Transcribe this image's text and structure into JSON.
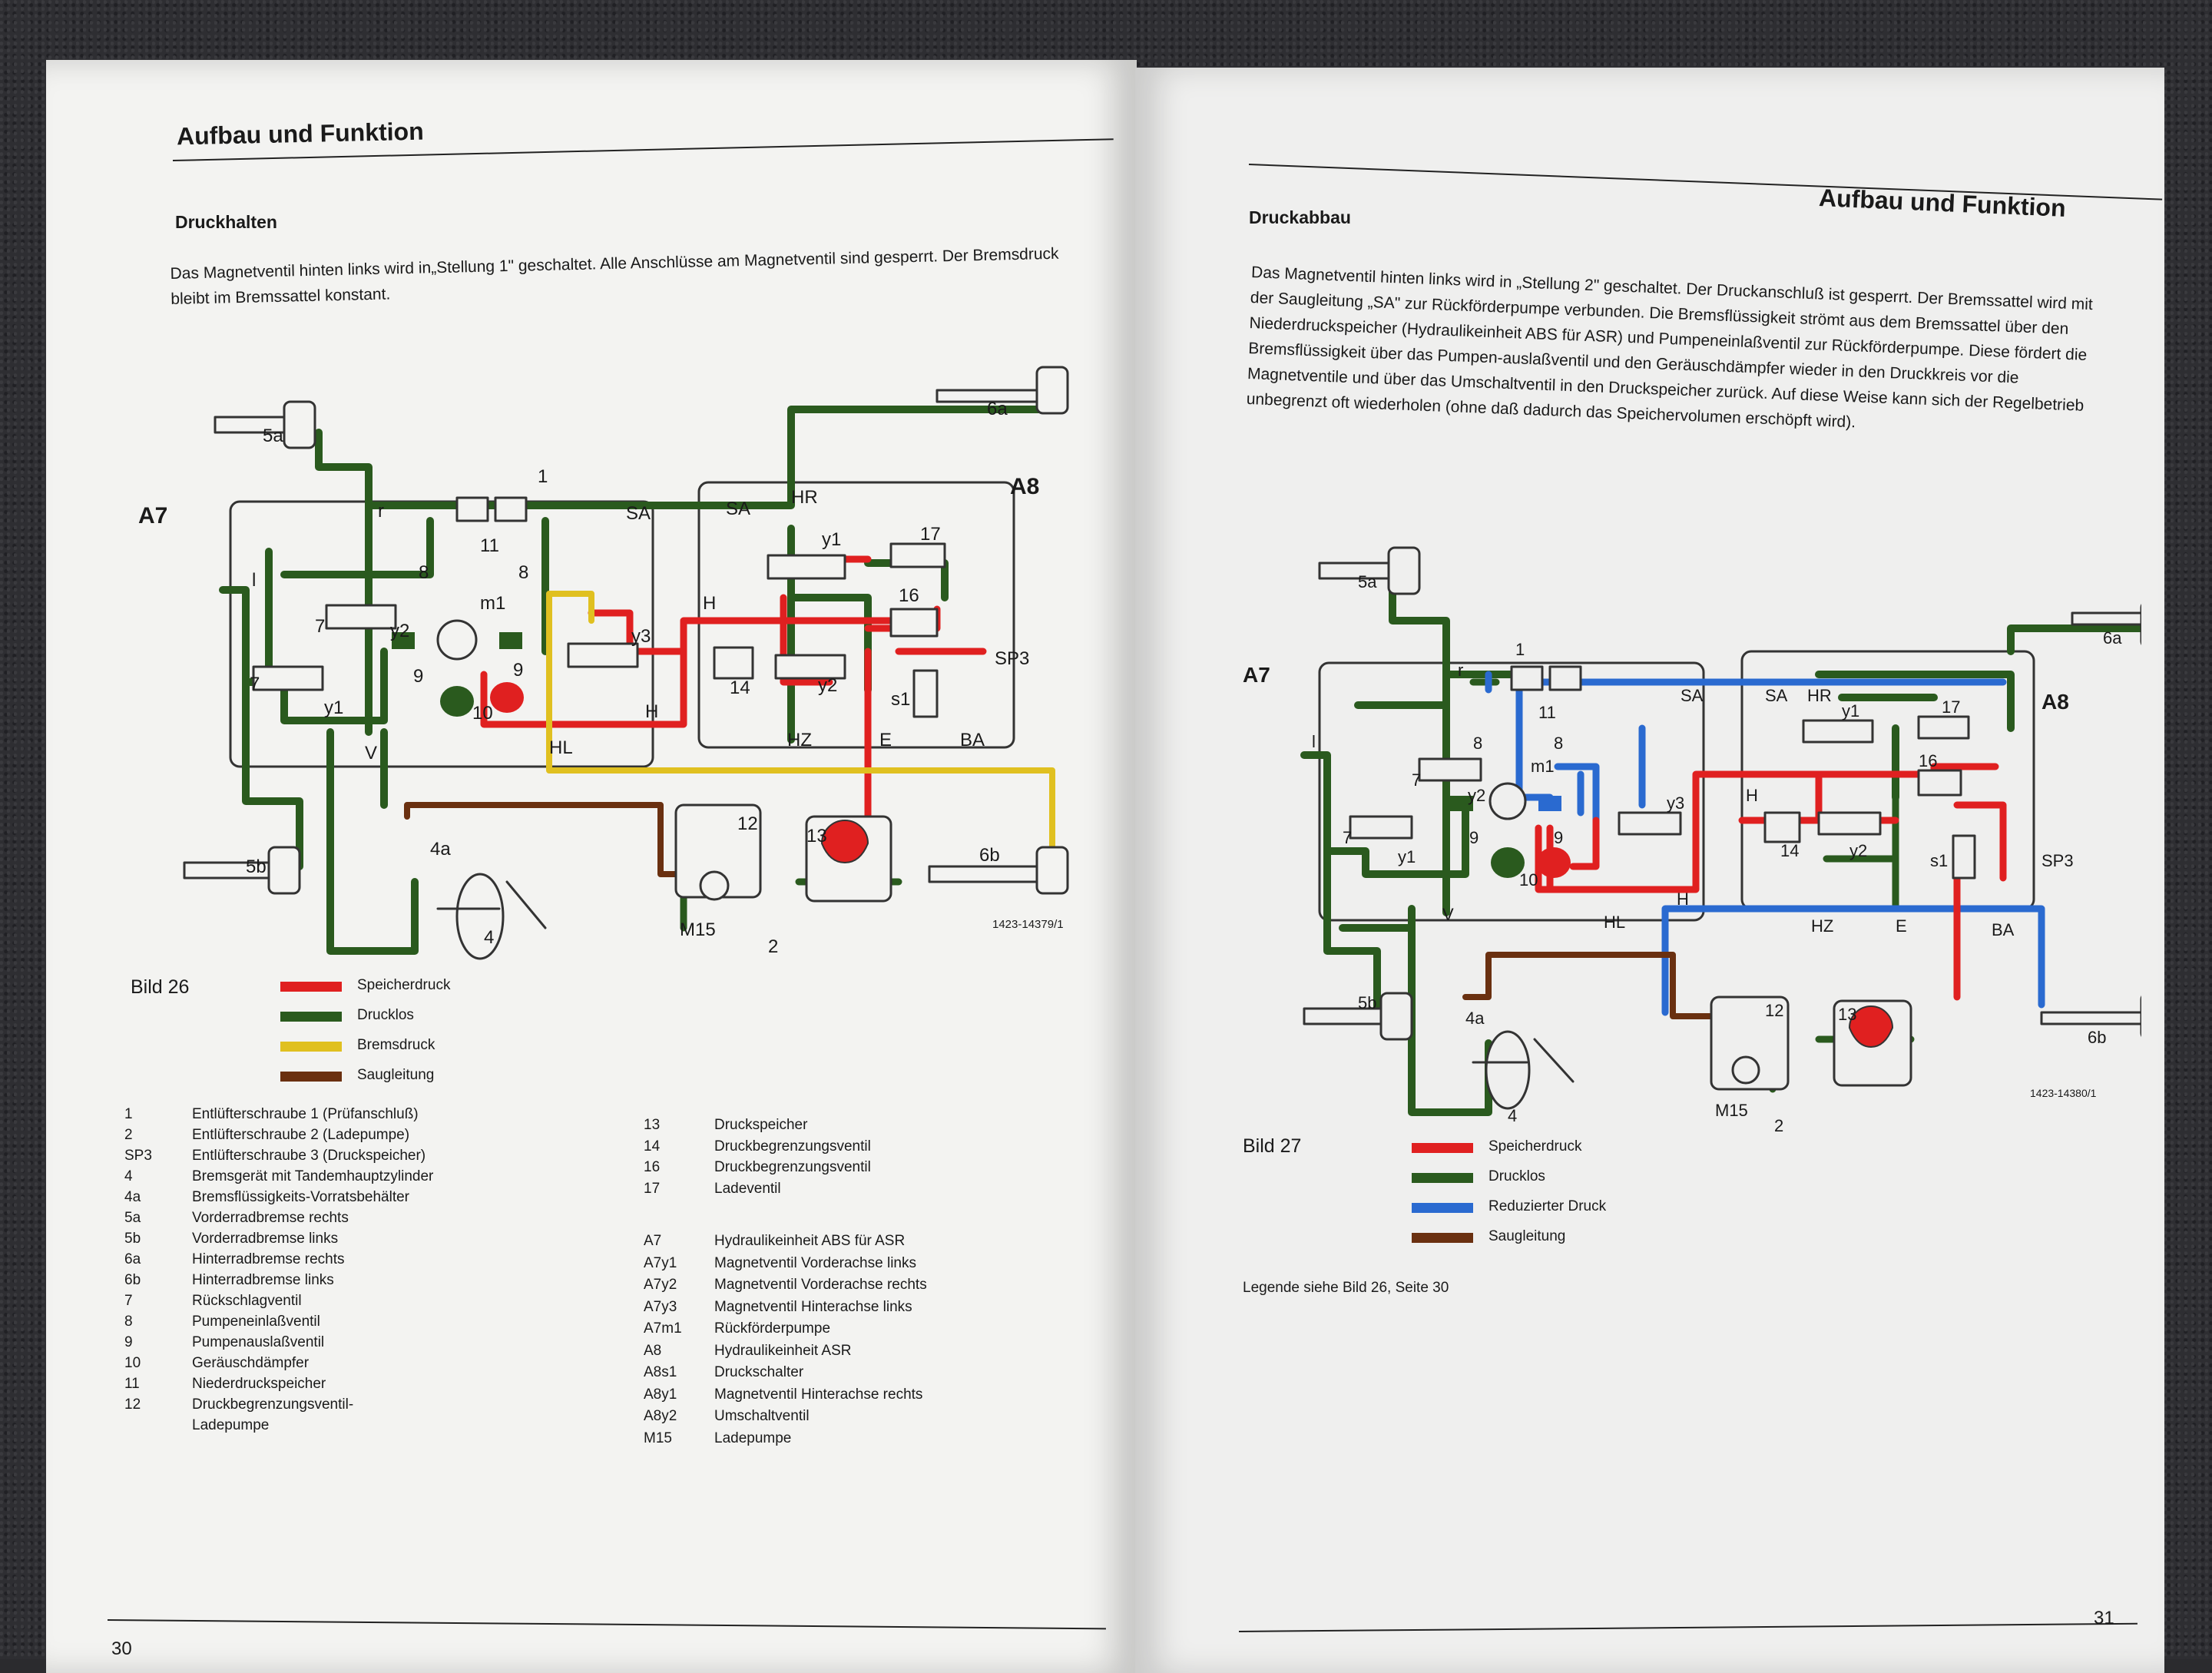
{
  "colors": {
    "speicherdruck": "#e02020",
    "drucklos": "#2a5a1e",
    "bremsdruck": "#e0c020",
    "saugleitung": "#6a3010",
    "reduzierter_druck": "#2a6ad0"
  },
  "left_page": {
    "header": "Aufbau und Funktion",
    "subtitle": "Druckhalten",
    "paragraph": "Das Magnetventil hinten links wird in„Stellung 1\" geschaltet. Alle Anschlüsse am Magnetventil sind gesperrt. Der Bremsdruck bleibt im Bremssattel konstant.",
    "figure_label": "Bild 26",
    "figure_code": "1423-14379/1",
    "legend": [
      {
        "label": "Speicherdruck",
        "color": "#e02020"
      },
      {
        "label": "Drucklos",
        "color": "#2a5a1e"
      },
      {
        "label": "Bremsdruck",
        "color": "#e0c020"
      },
      {
        "label": "Saugleitung",
        "color": "#6a3010"
      }
    ],
    "parts_col1": [
      {
        "num": "1",
        "desc": "Entlüfterschraube 1 (Prüfanschluß)"
      },
      {
        "num": "2",
        "desc": "Entlüfterschraube 2 (Ladepumpe)"
      },
      {
        "num": "SP3",
        "desc": "Entlüfterschraube 3 (Druckspeicher)"
      },
      {
        "num": "4",
        "desc": "Bremsgerät mit Tandemhauptzylinder"
      },
      {
        "num": "4a",
        "desc": "Bremsflüssigkeits-Vorratsbehälter"
      },
      {
        "num": "5a",
        "desc": "Vorderradbremse rechts"
      },
      {
        "num": "5b",
        "desc": "Vorderradbremse links"
      },
      {
        "num": "6a",
        "desc": "Hinterradbremse rechts"
      },
      {
        "num": "6b",
        "desc": "Hinterradbremse links"
      },
      {
        "num": "7",
        "desc": "Rückschlagventil"
      },
      {
        "num": "8",
        "desc": "Pumpeneinlaßventil"
      },
      {
        "num": "9",
        "desc": "Pumpenauslaßventil"
      },
      {
        "num": "10",
        "desc": "Geräuschdämpfer"
      },
      {
        "num": "11",
        "desc": "Niederdruckspeicher"
      },
      {
        "num": "12",
        "desc": "Druckbegrenzungsventil-"
      },
      {
        "num": "",
        "desc": "Ladepumpe"
      }
    ],
    "parts_col2a": [
      {
        "num": "13",
        "desc": "Druckspeicher"
      },
      {
        "num": "14",
        "desc": "Druckbegrenzungsventil"
      },
      {
        "num": "16",
        "desc": "Druckbegrenzungsventil"
      },
      {
        "num": "17",
        "desc": "Ladeventil"
      }
    ],
    "parts_col2b": [
      {
        "num": "A7",
        "desc": "Hydraulikeinheit ABS für ASR"
      },
      {
        "num": "A7y1",
        "desc": "Magnetventil Vorderachse links"
      },
      {
        "num": "A7y2",
        "desc": "Magnetventil Vorderachse rechts"
      },
      {
        "num": "A7y3",
        "desc": "Magnetventil Hinterachse links"
      },
      {
        "num": "A7m1",
        "desc": "Rückförderpumpe"
      },
      {
        "num": "A8",
        "desc": "Hydraulikeinheit ASR"
      },
      {
        "num": "A8s1",
        "desc": "Druckschalter"
      },
      {
        "num": "A8y1",
        "desc": "Magnetventil Hinterachse rechts"
      },
      {
        "num": "A8y2",
        "desc": "Umschaltventil"
      },
      {
        "num": "M15",
        "desc": "Ladepumpe"
      }
    ],
    "page_number": "30"
  },
  "right_page": {
    "header": "Aufbau und Funktion",
    "subtitle": "Druckabbau",
    "paragraph": "Das Magnetventil hinten links wird in „Stellung 2\" geschaltet. Der Druckanschluß ist gesperrt. Der Bremssattel wird mit der Saugleitung „SA\" zur Rückförderpumpe verbunden. Die Bremsflüssigkeit strömt aus dem Bremssattel über den Niederdruckspeicher (Hydraulikeinheit ABS für ASR) und Pumpeneinlaßventil zur Rückförderpumpe. Diese fördert die Bremsflüssigkeit über das Pumpen-auslaßventil und den Geräuschdämpfer wieder in den Druckkreis vor die Magnetventile und über das Umschaltventil in den Druckspeicher zurück. Auf diese Weise kann sich der Regelbetrieb unbegrenzt oft wiederholen (ohne daß dadurch das Speichervolumen erschöpft wird).",
    "figure_label": "Bild 27",
    "figure_code": "1423-14380/1",
    "legend": [
      {
        "label": "Speicherdruck",
        "color": "#e02020"
      },
      {
        "label": "Drucklos",
        "color": "#2a5a1e"
      },
      {
        "label": "Reduzierter Druck",
        "color": "#2a6ad0"
      },
      {
        "label": "Saugleitung",
        "color": "#6a3010"
      }
    ],
    "legend_note": "Legende siehe Bild 26, Seite 30",
    "page_number": "31"
  },
  "diagram_labels": {
    "a7": "A7",
    "a8": "A8",
    "sa": "SA",
    "hr": "HR",
    "sp3": "SP3",
    "hl": "HL",
    "h": "H",
    "hz": "HZ",
    "e": "E",
    "ba": "BA",
    "v": "V",
    "r": "r",
    "l": "l",
    "y1": "y1",
    "y2": "y2",
    "y3": "y3",
    "m1": "m1",
    "s1": "s1",
    "m15": "M15",
    "n1": "1",
    "n2": "2",
    "n4": "4",
    "n4a": "4a",
    "n5a": "5a",
    "n5b": "5b",
    "n6a": "6a",
    "n6b": "6b",
    "n7": "7",
    "n8": "8",
    "n9": "9",
    "n10": "10",
    "n11": "11",
    "n12": "12",
    "n13": "13",
    "n14": "14",
    "n16": "16",
    "n17": "17"
  }
}
